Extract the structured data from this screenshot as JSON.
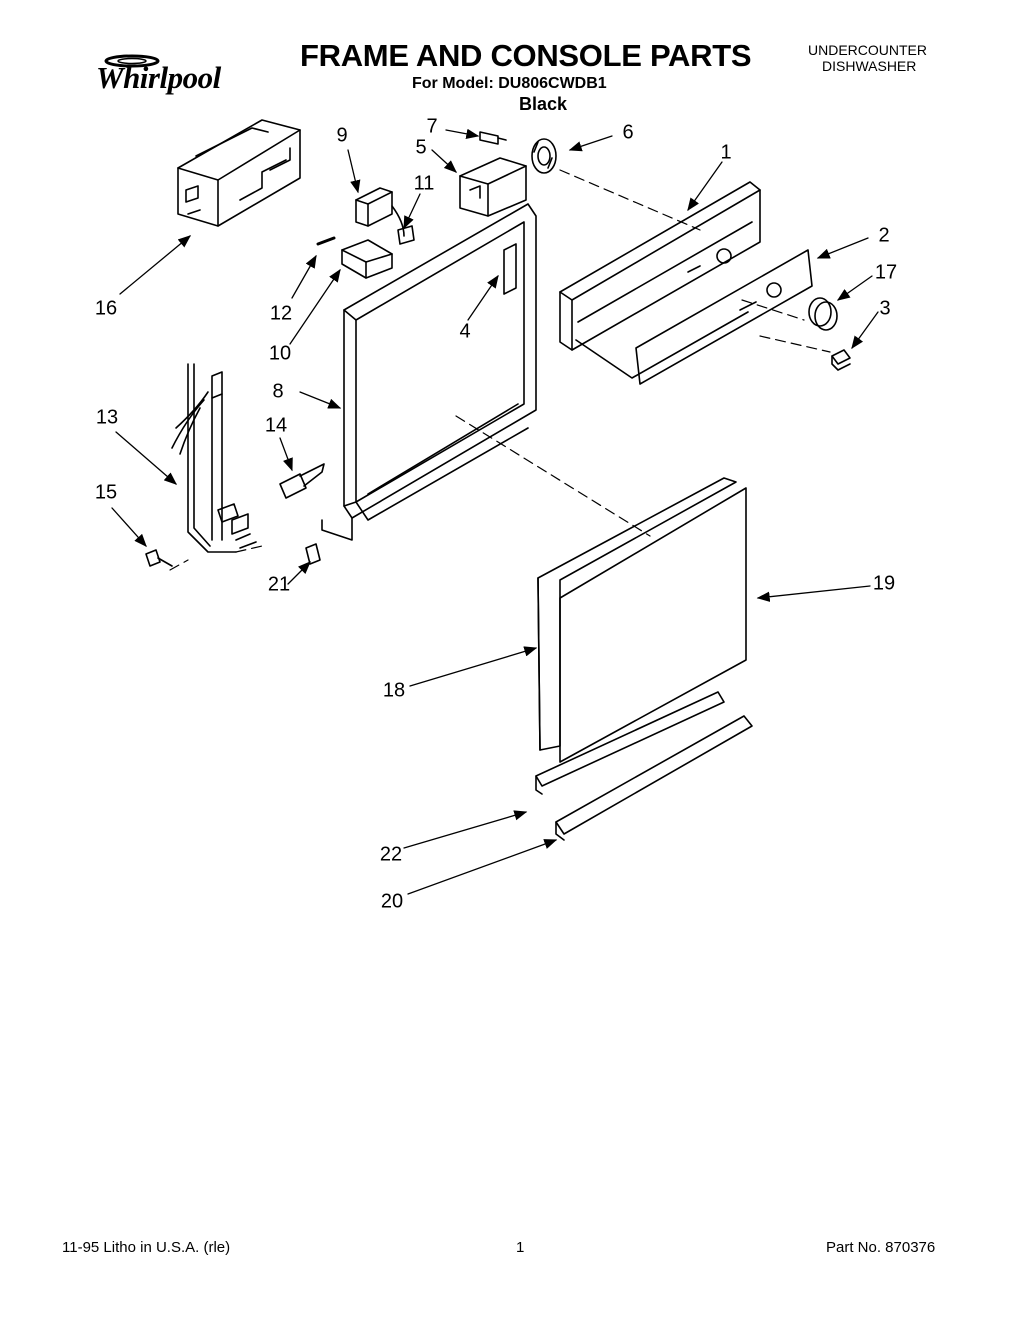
{
  "header": {
    "brand": "Whirlpool",
    "title": "FRAME AND CONSOLE PARTS",
    "model_line": "For Model: DU806CWDB1",
    "color": "Black",
    "category_line1": "UNDERCOUNTER",
    "category_line2": "DISHWASHER"
  },
  "callouts": [
    "1",
    "2",
    "3",
    "4",
    "5",
    "6",
    "7",
    "8",
    "9",
    "10",
    "11",
    "12",
    "13",
    "14",
    "15",
    "16",
    "17",
    "18",
    "19",
    "20",
    "21",
    "22"
  ],
  "footer": {
    "left": "11-95  Litho in U.S.A. (rle)",
    "center": "1",
    "right": "Part No. 870376"
  }
}
